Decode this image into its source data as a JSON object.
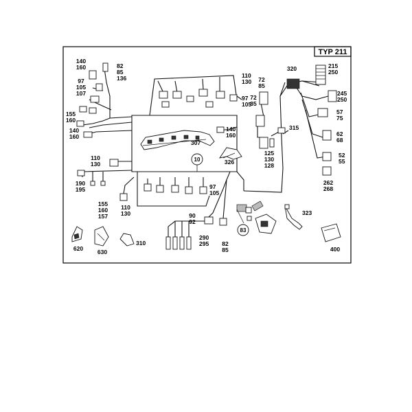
{
  "diagram": {
    "model_label": "TYP 211",
    "callouts": [
      {
        "id": "c1",
        "lines": [
          "140",
          "160"
        ]
      },
      {
        "id": "c2",
        "lines": [
          "82",
          "85",
          "136"
        ]
      },
      {
        "id": "c3",
        "lines": [
          "97",
          "105",
          "107"
        ]
      },
      {
        "id": "c4",
        "lines": [
          "155",
          "160"
        ]
      },
      {
        "id": "c5",
        "lines": [
          "140",
          "160"
        ]
      },
      {
        "id": "c6",
        "lines": [
          "110",
          "130"
        ]
      },
      {
        "id": "c7",
        "lines": [
          "97",
          "105"
        ]
      },
      {
        "id": "c8",
        "lines": [
          "72",
          "85"
        ]
      },
      {
        "id": "c9",
        "lines": [
          "72",
          "85"
        ]
      },
      {
        "id": "c10",
        "lines": [
          "320"
        ]
      },
      {
        "id": "c11",
        "lines": [
          "215",
          "250"
        ]
      },
      {
        "id": "c12",
        "lines": [
          "245",
          "250"
        ]
      },
      {
        "id": "c13",
        "lines": [
          "57",
          "75"
        ]
      },
      {
        "id": "c14",
        "lines": [
          "315"
        ]
      },
      {
        "id": "c15",
        "lines": [
          "62",
          "68"
        ]
      },
      {
        "id": "c16",
        "lines": [
          "140",
          "160"
        ]
      },
      {
        "id": "c17",
        "lines": [
          "307"
        ]
      },
      {
        "id": "c18",
        "lines": [
          "326"
        ]
      },
      {
        "id": "c19",
        "lines": [
          "125",
          "130",
          "128"
        ]
      },
      {
        "id": "c20",
        "lines": [
          "52",
          "55"
        ]
      },
      {
        "id": "c21",
        "lines": [
          "262",
          "268"
        ]
      },
      {
        "id": "c22",
        "lines": [
          "110",
          "130"
        ]
      },
      {
        "id": "c23",
        "lines": [
          "190",
          "195"
        ]
      },
      {
        "id": "c24",
        "lines": [
          "155",
          "160",
          "157"
        ]
      },
      {
        "id": "c25",
        "lines": [
          "110",
          "130"
        ]
      },
      {
        "id": "c26",
        "lines": [
          "97",
          "105"
        ]
      },
      {
        "id": "c27",
        "lines": [
          "90",
          "92"
        ]
      },
      {
        "id": "c28",
        "lines": [
          "323"
        ]
      },
      {
        "id": "c29",
        "lines": [
          "290",
          "295"
        ]
      },
      {
        "id": "c30",
        "lines": [
          "82",
          "85"
        ]
      },
      {
        "id": "c31",
        "lines": [
          "310"
        ]
      },
      {
        "id": "c32",
        "lines": [
          "620"
        ]
      },
      {
        "id": "c33",
        "lines": [
          "630"
        ]
      },
      {
        "id": "c34",
        "lines": [
          "400"
        ]
      }
    ],
    "circled": [
      {
        "id": "k1",
        "text": "10"
      },
      {
        "id": "k2",
        "text": "83"
      }
    ]
  }
}
